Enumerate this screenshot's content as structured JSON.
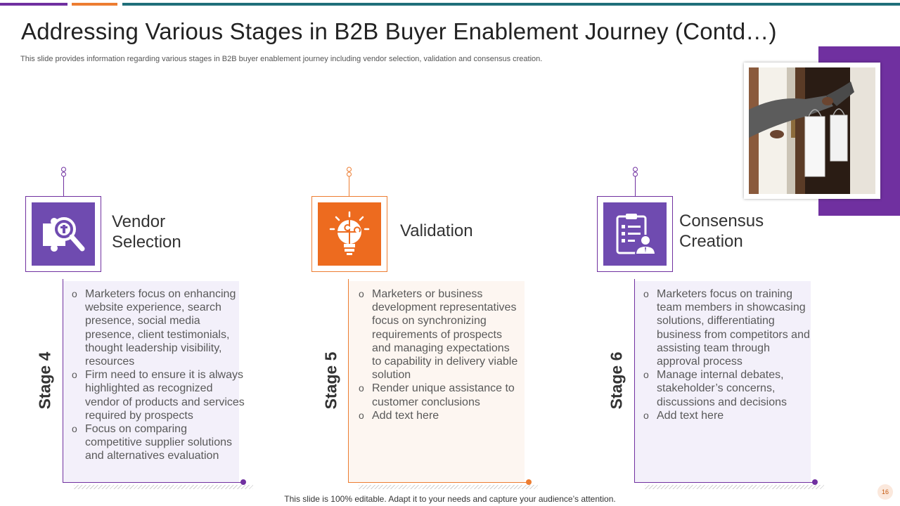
{
  "slide": {
    "title": "Addressing Various Stages in B2B Buyer Enablement Journey (Contd…)",
    "subtitle": "This slide provides information regarding various stages in B2B buyer enablement journey including vendor selection, validation and consensus creation.",
    "footer": "This slide is 100% editable. Adapt it to your needs and capture your audience’s attention.",
    "page_number": "16"
  },
  "colors": {
    "purple": "#7030a0",
    "icon_purple": "#6f4bb0",
    "orange": "#ed7d31",
    "panel_purple_bg": "#f3f0fa",
    "panel_orange_bg": "#fdf6f1"
  },
  "stages": [
    {
      "label": "Stage 4",
      "title_line1": "Vendor",
      "title_line2": "Selection",
      "icon": "magnifier-puzzle-icon",
      "bullets": [
        "Marketers focus on enhancing website experience, search presence, social media presence, client testimonials, thought  leadership visibility, resources",
        "Firm need to ensure it is always highlighted as recognized vendor of products and services required by prospects",
        "Focus on comparing competitive supplier solutions and alternatives  evaluation"
      ]
    },
    {
      "label": "Stage 5",
      "title_line1": "Validation",
      "title_line2": "",
      "icon": "lightbulb-puzzle-icon",
      "bullets": [
        "Marketers or business development representatives focus on synchronizing  requirements of prospects and managing expectations to capability in delivery viable solution",
        "Render unique assistance to customer conclusions",
        "Add text here"
      ]
    },
    {
      "label": "Stage 6",
      "title_line1": "Consensus",
      "title_line2": "Creation",
      "icon": "clipboard-person-icon",
      "bullets": [
        "Marketers focus on training team members in showcasing solutions, differentiating business from competitors and assisting team through approval process",
        "Manage internal debates, stakeholder’s concerns, discussions and decisions",
        "Add text here"
      ]
    }
  ]
}
